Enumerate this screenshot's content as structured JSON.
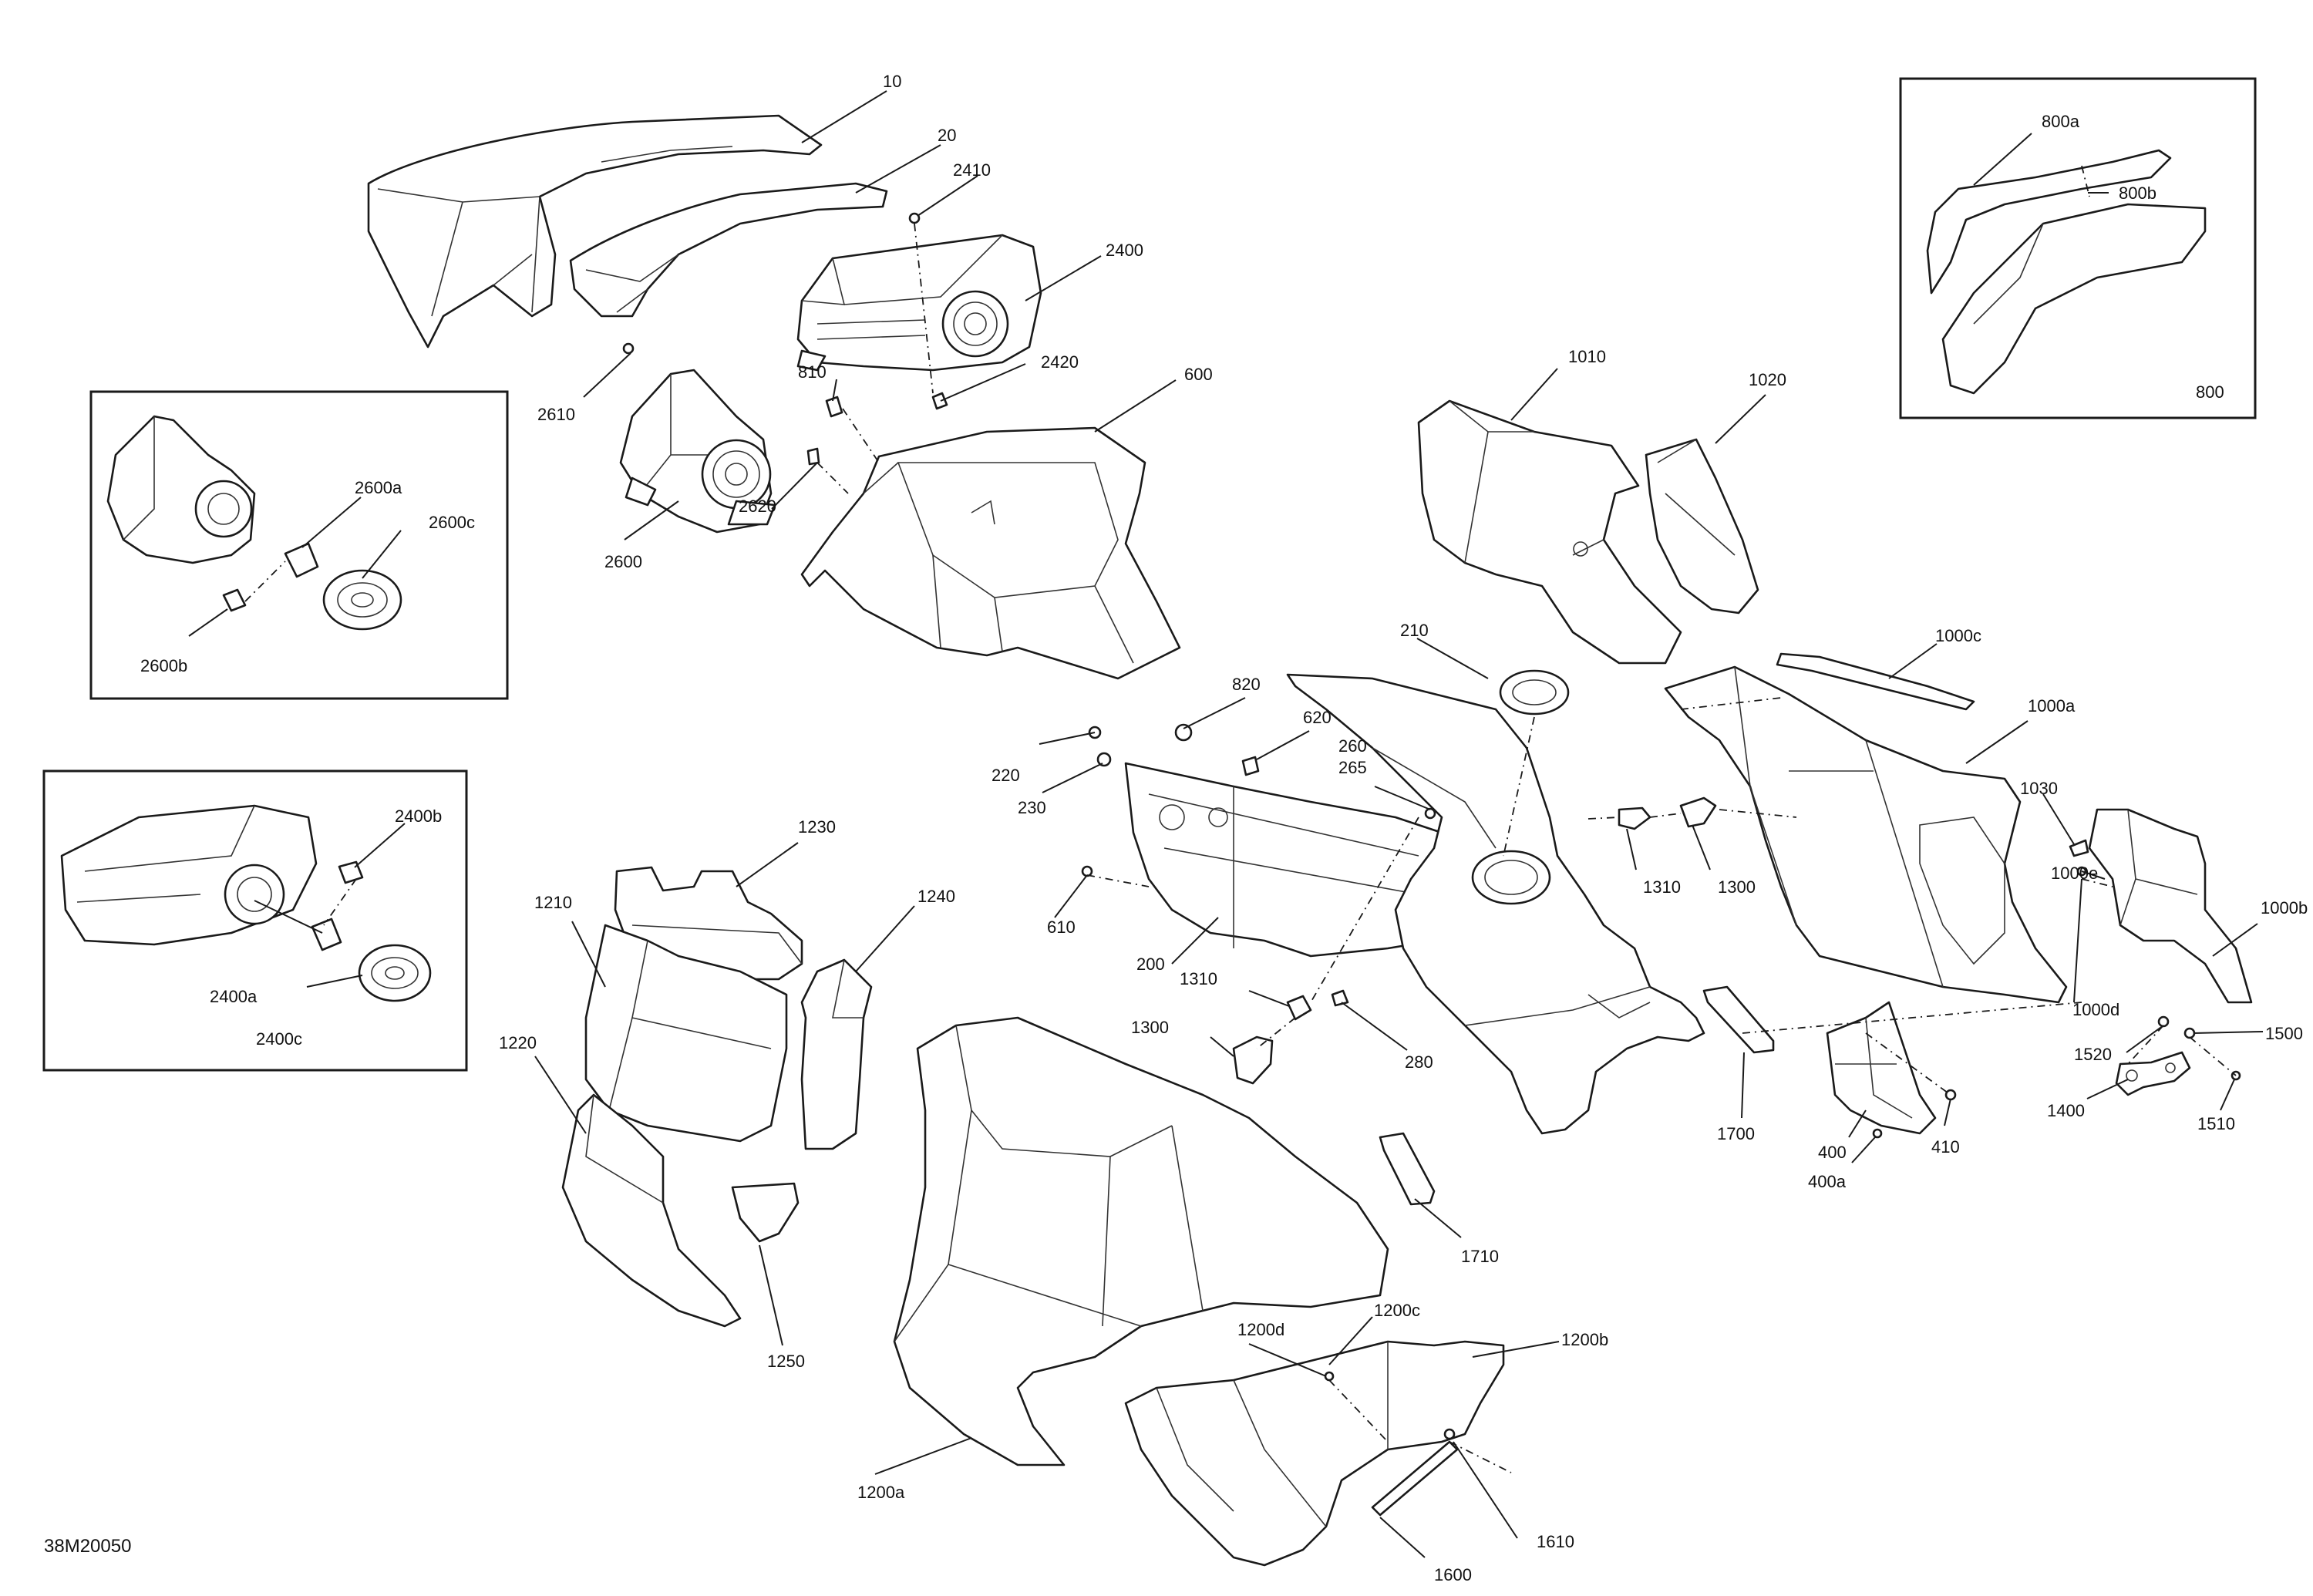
{
  "diagram": {
    "reference_code": "38M20050",
    "callouts": [
      {
        "id": "c10",
        "label": "10"
      },
      {
        "id": "c20",
        "label": "20"
      },
      {
        "id": "c2410",
        "label": "2410"
      },
      {
        "id": "c2400",
        "label": "2400"
      },
      {
        "id": "c2420",
        "label": "2420"
      },
      {
        "id": "c810",
        "label": "810"
      },
      {
        "id": "c600",
        "label": "600"
      },
      {
        "id": "c2610",
        "label": "2610"
      },
      {
        "id": "c2600",
        "label": "2600"
      },
      {
        "id": "c2620",
        "label": "2620"
      },
      {
        "id": "c2600a",
        "label": "2600a"
      },
      {
        "id": "c2600c",
        "label": "2600c"
      },
      {
        "id": "c2600b",
        "label": "2600b"
      },
      {
        "id": "c800a",
        "label": "800a"
      },
      {
        "id": "c800b",
        "label": "800b"
      },
      {
        "id": "c800",
        "label": "800"
      },
      {
        "id": "c1010",
        "label": "1010"
      },
      {
        "id": "c1020",
        "label": "1020"
      },
      {
        "id": "c210",
        "label": "210"
      },
      {
        "id": "c820",
        "label": "820"
      },
      {
        "id": "c620",
        "label": "620"
      },
      {
        "id": "c220",
        "label": "220"
      },
      {
        "id": "c230",
        "label": "230"
      },
      {
        "id": "c260",
        "label": "260"
      },
      {
        "id": "c265",
        "label": "265"
      },
      {
        "id": "c610",
        "label": "610"
      },
      {
        "id": "c200",
        "label": "200"
      },
      {
        "id": "c1310a",
        "label": "1310"
      },
      {
        "id": "c1300a",
        "label": "1300"
      },
      {
        "id": "c1310b",
        "label": "1310"
      },
      {
        "id": "c1300b",
        "label": "1300"
      },
      {
        "id": "c280",
        "label": "280"
      },
      {
        "id": "c1000c",
        "label": "1000c"
      },
      {
        "id": "c1000a",
        "label": "1000a"
      },
      {
        "id": "c1030",
        "label": "1030"
      },
      {
        "id": "c1000e",
        "label": "1000e"
      },
      {
        "id": "c1000b",
        "label": "1000b"
      },
      {
        "id": "c1000d",
        "label": "1000d"
      },
      {
        "id": "c1500",
        "label": "1500"
      },
      {
        "id": "c1520",
        "label": "1520"
      },
      {
        "id": "c1400",
        "label": "1400"
      },
      {
        "id": "c1510",
        "label": "1510"
      },
      {
        "id": "c400",
        "label": "400"
      },
      {
        "id": "c410",
        "label": "410"
      },
      {
        "id": "c400a",
        "label": "400a"
      },
      {
        "id": "c1700",
        "label": "1700"
      },
      {
        "id": "c1710",
        "label": "1710"
      },
      {
        "id": "c2400b",
        "label": "2400b"
      },
      {
        "id": "c2400a",
        "label": "2400a"
      },
      {
        "id": "c2400c",
        "label": "2400c"
      },
      {
        "id": "c1230",
        "label": "1230"
      },
      {
        "id": "c1210",
        "label": "1210"
      },
      {
        "id": "c1240",
        "label": "1240"
      },
      {
        "id": "c1220",
        "label": "1220"
      },
      {
        "id": "c1250",
        "label": "1250"
      },
      {
        "id": "c1200d",
        "label": "1200d"
      },
      {
        "id": "c1200c",
        "label": "1200c"
      },
      {
        "id": "c1200b",
        "label": "1200b"
      },
      {
        "id": "c1200a",
        "label": "1200a"
      },
      {
        "id": "c1610",
        "label": "1610"
      },
      {
        "id": "c1600",
        "label": "1600"
      }
    ]
  }
}
